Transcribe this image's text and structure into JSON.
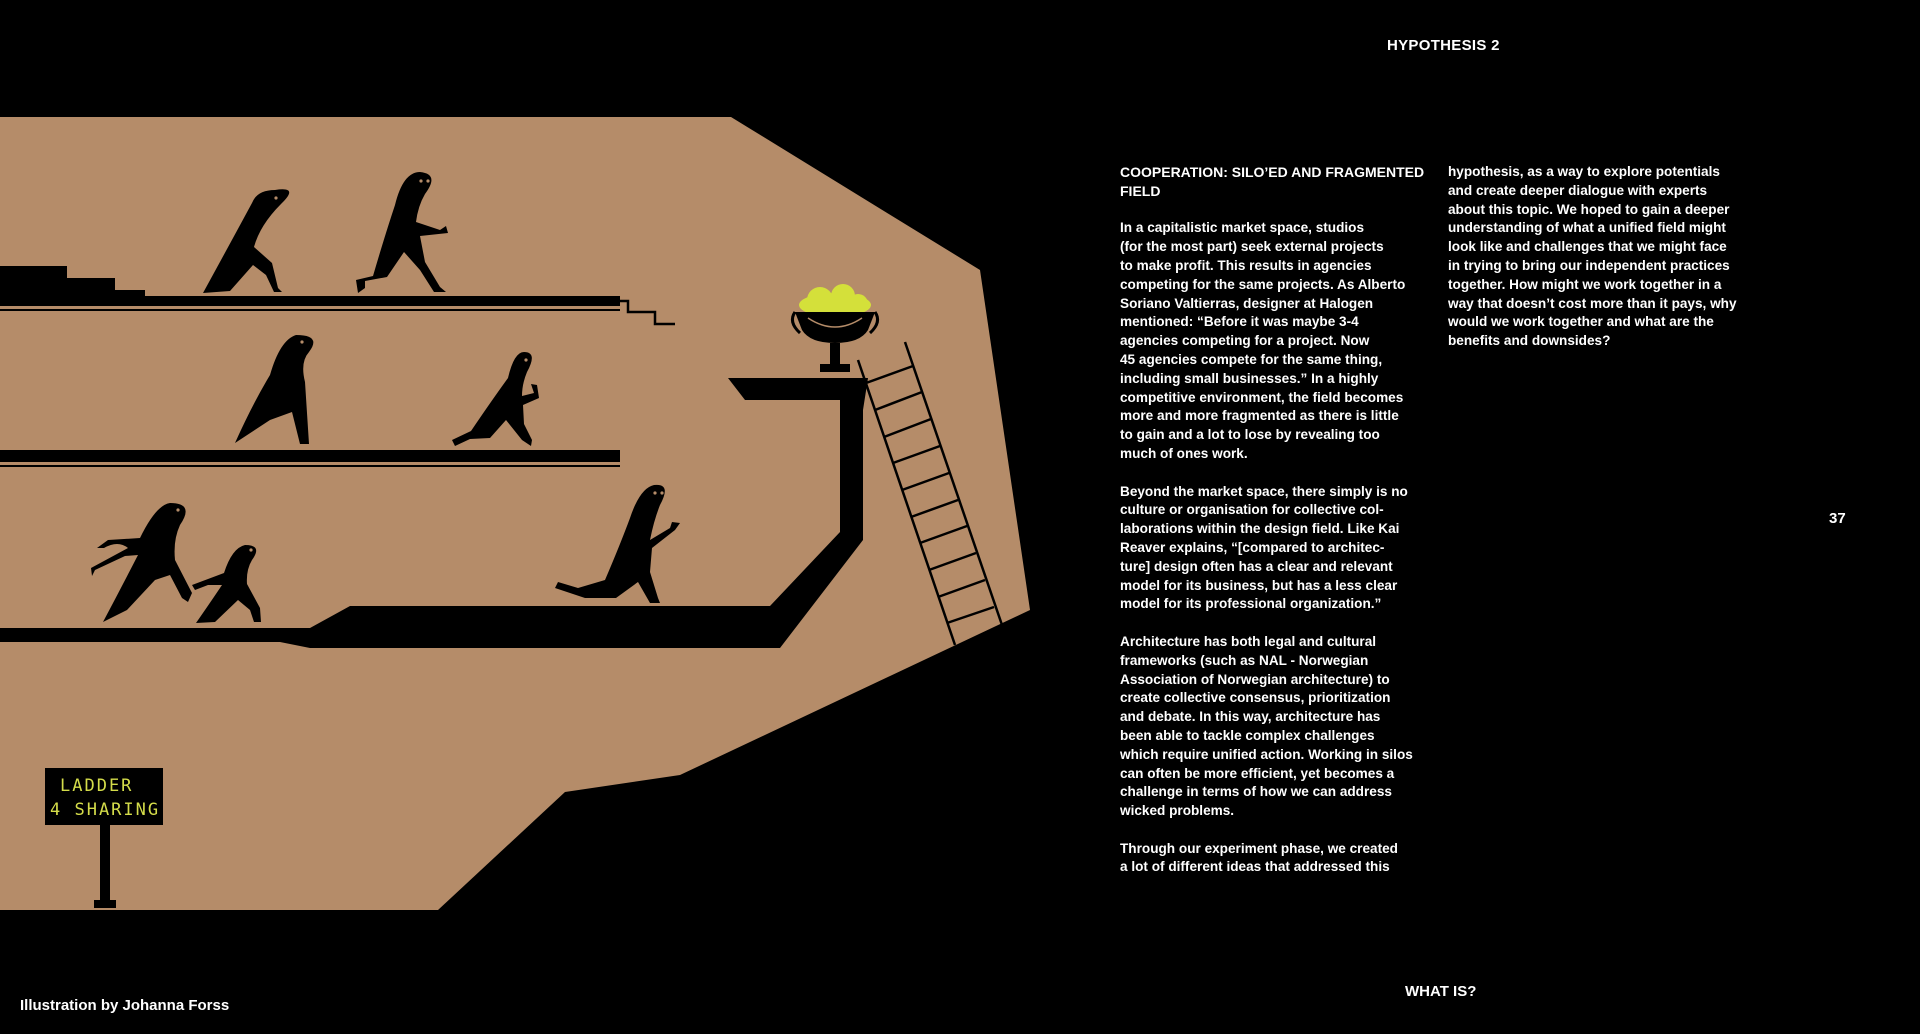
{
  "header": {
    "section_label": "HYPOTHESIS 2"
  },
  "page_number": "37",
  "footer": {
    "nav_label": "WHAT IS?",
    "credit": "Illustration by Johanna Forss"
  },
  "illustration": {
    "sign_line_1": "LADDER",
    "sign_line_2": "4 SHARING",
    "colors": {
      "background": "#b58c69",
      "ink": "#000000",
      "trophy_fill": "#d4e03a",
      "sign_text": "#d4dc4a"
    }
  },
  "article": {
    "heading": "COOPERATION: SILO’ED AND FRAGMENTED FIELD",
    "left_paragraphs": [
      "In a capitalistic market space, studios\n(for the most part) seek external projects\nto make profit. This results in agencies\ncompeting for the same projects. As Alberto\nSoriano Valtierras, designer at Halogen\nmentioned: “Before it was maybe 3-4\nagencies competing for a project. Now\n45 agencies compete for the same thing,\nincluding small businesses.”  In a highly\ncompetitive environment, the field becomes\nmore and more fragmented as there is little\nto gain and a lot to lose by revealing too\nmuch of ones work.",
      "Beyond the market space, there simply is no\nculture or organisation for collective col-\nlaborations within the design field. Like Kai\nReaver explains, “[compared to architec-\nture] design often has a clear and relevant\nmodel for its business, but has a less clear\nmodel for its professional organization.”",
      "Architecture has both legal and cultural\nframeworks (such as NAL - Norwegian\nAssociation of Norwegian architecture) to\ncreate collective consensus, prioritization\nand debate. In this way, architecture has\nbeen able to tackle complex challenges\nwhich require unified action. Working in silos\ncan often be more efficient, yet becomes a\nchallenge in terms of how we can address\nwicked problems.",
      "Through our experiment phase, we created\na lot of different ideas that addressed this"
    ],
    "right_paragraphs": [
      "hypothesis, as a way to explore potentials\nand create deeper dialogue with experts\nabout this topic. We hoped to gain a deeper\nunderstanding of what a unified field might\nlook like and challenges that we might face\nin trying to bring our independent practices\ntogether.  How might we work together in a\nway that doesn’t cost more than it pays, why\nwould we work together and what are the\nbenefits and downsides?"
    ]
  }
}
